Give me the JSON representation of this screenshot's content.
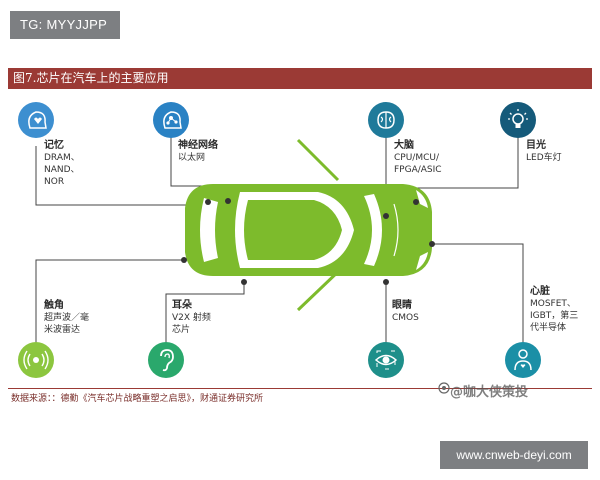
{
  "top_badge": "TG: MYYJJPP",
  "url_badge": "www.cnweb-deyi.com",
  "figure": {
    "title": "图7.芯片在汽车上的主要应用",
    "source": "数据来源：：德勤《汽车芯片战略重塑之启思》，财通证券研究所",
    "watermark": "@咖大侠策投",
    "nodes": [
      {
        "id": "memory",
        "title": "记忆",
        "lines": [
          "DRAM、",
          "NAND、",
          "NOR"
        ],
        "icon": "head-heart-icon",
        "color": "#3d8fd0"
      },
      {
        "id": "neural",
        "title": "神经网络",
        "lines": [
          "以太网"
        ],
        "icon": "head-network-icon",
        "color": "#2a82c4"
      },
      {
        "id": "brain",
        "title": "大脑",
        "lines": [
          "CPU/MCU/",
          "FPGA/ASIC"
        ],
        "icon": "brain-icon",
        "color": "#1f7a9a"
      },
      {
        "id": "eye",
        "title": "目光",
        "lines": [
          "LED车灯"
        ],
        "icon": "lightbulb-icon",
        "color": "#155a7a"
      },
      {
        "id": "touch",
        "title": "触角",
        "lines": [
          "超声波／毫",
          "米波雷达"
        ],
        "icon": "wave-sensor-icon",
        "color": "#8cc63f"
      },
      {
        "id": "ear",
        "title": "耳朵",
        "lines": [
          "V2X 射频",
          "芯片"
        ],
        "icon": "ear-icon",
        "color": "#2aa86c"
      },
      {
        "id": "eyes",
        "title": "眼睛",
        "lines": [
          "CMOS"
        ],
        "icon": "eye-icon",
        "color": "#1e8f8a"
      },
      {
        "id": "heart",
        "title": "心脏",
        "lines": [
          "MOSFET、",
          "IGBT，第三",
          "代半导体"
        ],
        "icon": "person-heart-icon",
        "color": "#1b8fa6"
      }
    ]
  },
  "colors": {
    "car_body": "#7dbb2c",
    "title_bar": "#9b3a35",
    "badge": "#7d7f82"
  }
}
